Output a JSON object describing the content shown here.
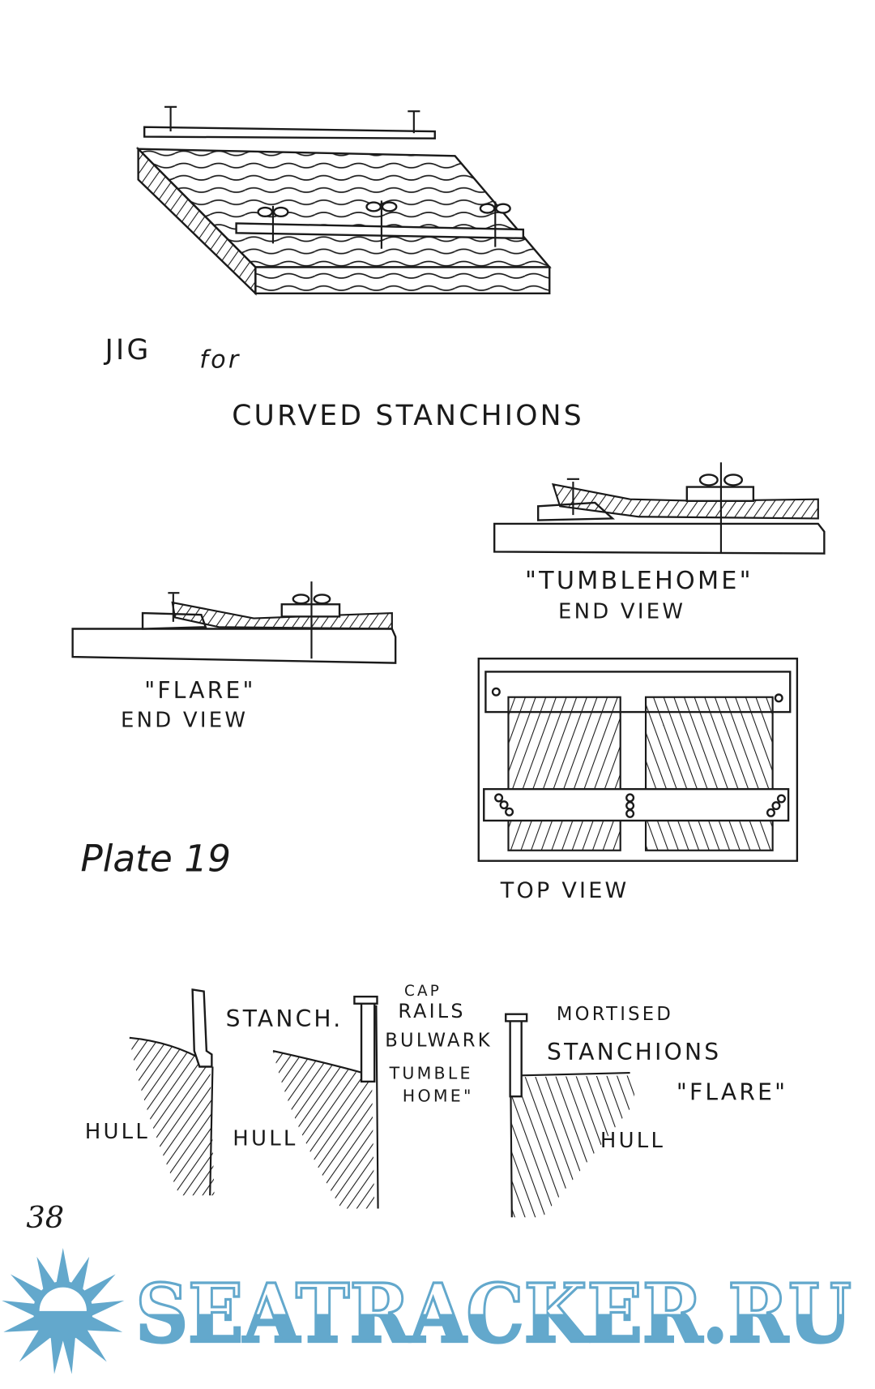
{
  "title": {
    "line1a": "JIG",
    "line1b": "for",
    "line2": "CURVED STANCHIONS"
  },
  "views": {
    "tumblehome_label": "\"TUMBLEHOME\"",
    "tumblehome_sub": "END VIEW",
    "flare_label": "\"FLARE\"",
    "flare_sub": "END VIEW",
    "top_view": "TOP VIEW"
  },
  "plate": "Plate 19",
  "section_labels": {
    "stanch": "STANCH.",
    "cap": "CAP",
    "rails": "RAILS",
    "mortised": "MORTISED",
    "bulwark": "BULWARK",
    "stanchions": "STANCHIONS",
    "tumble": "TUMBLE",
    "home": "HOME\"",
    "flare": "\"FLARE\"",
    "hull_1": "HULL",
    "hull_2": "HULL",
    "hull_3": "HULL"
  },
  "page_number": "38",
  "watermark": {
    "text": "SEATRACKER.RU",
    "color": "#63a8cc"
  }
}
